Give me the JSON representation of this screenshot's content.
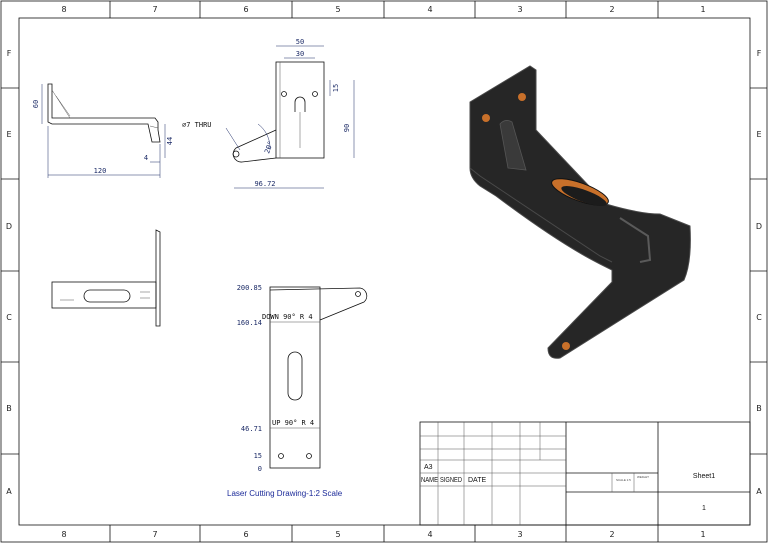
{
  "border": {
    "columns_top": [
      "8",
      "7",
      "6",
      "5",
      "4",
      "3",
      "2",
      "1"
    ],
    "columns_bottom": [
      "8",
      "7",
      "6",
      "5",
      "4",
      "3",
      "2",
      "1"
    ],
    "rows": [
      "F",
      "E",
      "D",
      "C",
      "B",
      "A"
    ]
  },
  "views": {
    "side": {
      "dims": [
        "60",
        "44",
        "4",
        "120"
      ]
    },
    "front": {
      "dims": [
        "50",
        "30",
        "15",
        "90",
        "96.72",
        "20°"
      ],
      "hole_note": "∅7 THRU"
    },
    "flat": {
      "stations": [
        "200.85",
        "160.14",
        "46.71",
        "15",
        "0"
      ],
      "bend_notes": [
        "DOWN 90° R 4",
        "UP 90° R 4"
      ],
      "caption": "Laser Cutting Drawing-1:2 Scale"
    }
  },
  "title_block": {
    "size": "A3",
    "name_label": "NAME",
    "signed_label": "SIGNED",
    "date_label": "DATE",
    "scale_small": "SCALE 1:5",
    "weight_small": "WEIGHT",
    "sheet_label": "Sheet1",
    "sheet_number": "1"
  },
  "colors": {
    "part_body": "#262626",
    "part_edge": "#4a4a4a",
    "hole_inner": "#c8702a",
    "dim_color": "#1b2a66"
  }
}
